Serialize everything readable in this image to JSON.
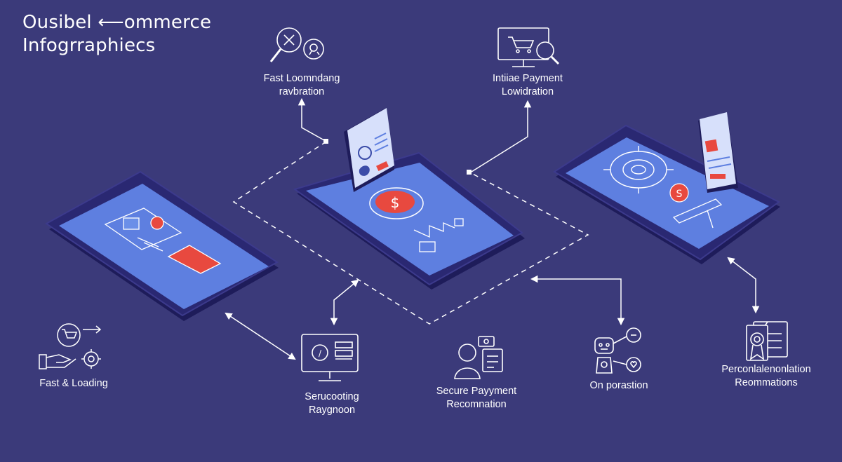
{
  "title": {
    "line1": "Ousibel ⟵ommerce",
    "line2": "Infogrraphiecs"
  },
  "labels": {
    "top_center": [
      "Fast Loomndang",
      "ravbration"
    ],
    "top_right": [
      "Intiiae Payment",
      "Lowidration"
    ],
    "left": [
      "Fast & Loading"
    ],
    "center": [
      "Serucooting",
      "Raygnoon"
    ],
    "center_right": [
      "Secure Payyment",
      "Recomnation"
    ],
    "right": [
      "On porastion"
    ],
    "far_right": [
      "Perconlalenonlation",
      "Reommations"
    ]
  },
  "phone_icons": {
    "left": "product-card-icon",
    "center": "payment-coin-icon",
    "right": "gear-settings-icon"
  },
  "icons": {
    "top_center": "search-magnifier-icon",
    "top_right": "monitor-cart-icon",
    "left": "cart-hand-gear-icon",
    "center": "monitor-code-icon",
    "center_right": "user-profile-icon",
    "right": "robot-assistant-icon",
    "far_right": "certificate-document-icon"
  },
  "colors": {
    "background": "#3b3a7a",
    "phone_body": "#25236a",
    "phone_screen": "#5e7fe0",
    "accent": "#e8493f",
    "line": "#ffffff"
  }
}
